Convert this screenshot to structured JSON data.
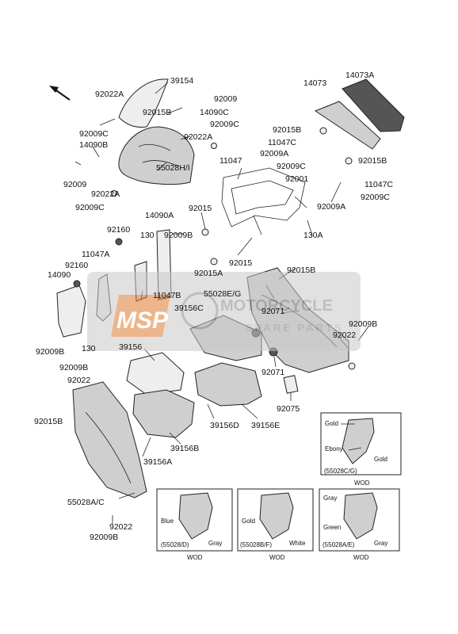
{
  "labels": {
    "l39154": "39154",
    "l92022A_top": "92022A",
    "l92009_top": "92009",
    "l92015B_top": "92015B",
    "l14090C": "14090C",
    "l92009C_a": "92009C",
    "l92009C_b": "92009C",
    "l14090B": "14090B",
    "l92022A_mid": "92022A",
    "l92009_left": "92009",
    "l92022A_left": "92022A",
    "l55028HI": "55028H/I",
    "l92009C_c": "92009C",
    "l14090A": "14090A",
    "l92160_a": "92160",
    "l130_a": "130",
    "l92009B_a": "92009B",
    "l11047A": "11047A",
    "l92160_b": "92160",
    "l14090": "14090",
    "l11047B": "11047B",
    "l92009B_b": "92009B",
    "l130_b": "130",
    "l14073": "14073",
    "l14073A": "14073A",
    "l92015B_r1": "92015B",
    "l11047C_a": "11047C",
    "l11047": "11047",
    "l92009A_a": "92009A",
    "l92009C_d": "92009C",
    "l92015B_r2": "92015B",
    "l92001": "92001",
    "l11047C_b": "11047C",
    "l92009A_b": "92009A",
    "l92009C_e": "92009C",
    "l92015": "92015",
    "l130A": "130A",
    "l92015_b": "92015",
    "l92015A": "92015A",
    "l92015B_r3": "92015B",
    "l55028EG": "55028E/G",
    "l39156C": "39156C",
    "l92071_a": "92071",
    "l92009B_c": "92009B",
    "l92022_r": "92022",
    "l92071_b": "92071",
    "l92075": "92075",
    "l39156": "39156",
    "l92009B_d": "92009B",
    "l92022_l": "92022",
    "l92015B_l": "92015B",
    "l39156D": "39156D",
    "l39156E": "39156E",
    "l39156B": "39156B",
    "l39156A": "39156A",
    "l55028AC": "55028A/C",
    "l92022_b": "92022",
    "l92009B_e": "92009B"
  },
  "inset_right_top": {
    "gold1": "Gold",
    "ebony": "Ebony",
    "gold2": "Gold",
    "code": "(55028C/G)",
    "wod": "WOD"
  },
  "inset_bottom": [
    {
      "c1": "Blue",
      "c2": "Gray",
      "code": "(55028/D)",
      "wod": "WOD"
    },
    {
      "c1": "Gold",
      "c2": "White",
      "code": "(55028B/F)",
      "wod": "WOD"
    },
    {
      "c1": "Gray",
      "c2": "Green",
      "c3": "Gray",
      "code": "(55028A/E)",
      "wod": "WOD"
    }
  ],
  "watermark": {
    "logo": "MSP",
    "line1": "MOTORCYCLE",
    "line2": "SPARE PARTS"
  },
  "colors": {
    "ink": "#111111",
    "watermark_orange": "#e07a2e",
    "watermark_gray": "#9a9a9a"
  },
  "icons": [
    "direction-arrow-icon"
  ]
}
